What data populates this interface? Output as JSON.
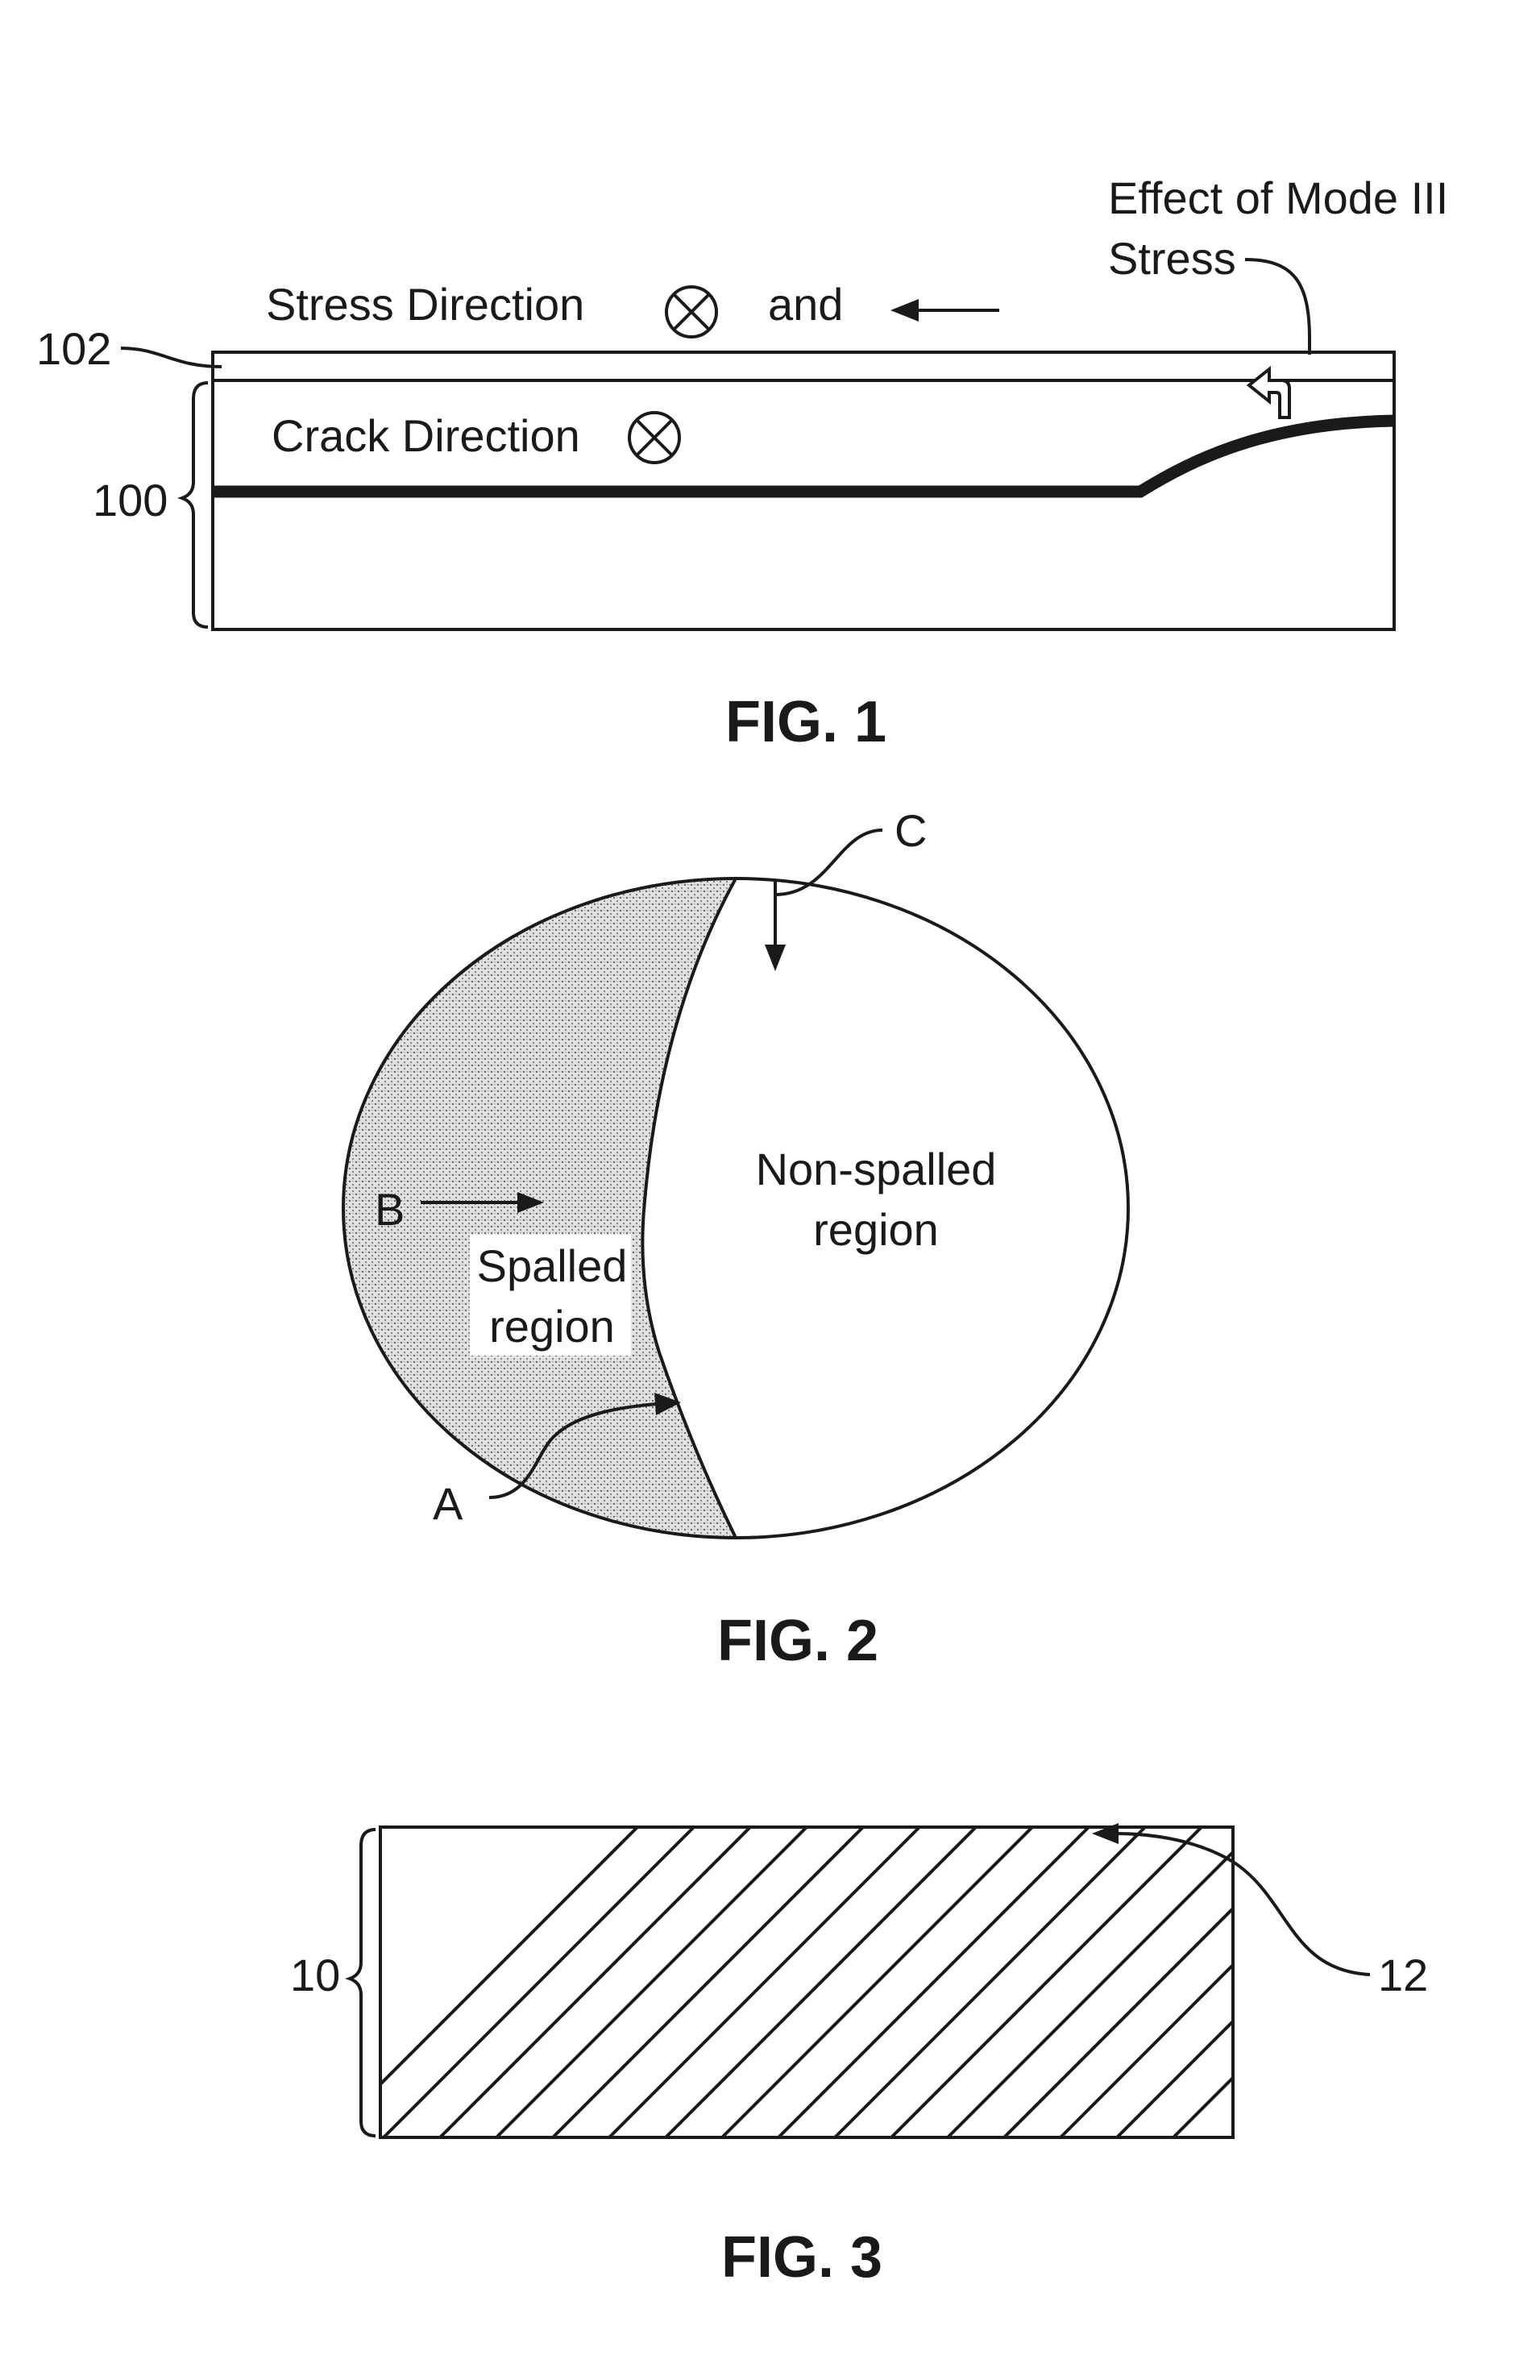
{
  "colors": {
    "ink": "#1a1a1a",
    "paper": "#ffffff",
    "stipple": "#b8b8b8"
  },
  "fig1": {
    "caption": "FIG. 1",
    "stress_direction_label": "Stress Direction",
    "and_label": "and",
    "crack_direction_label": "Crack Direction",
    "mode3_line1": "Effect of Mode III",
    "mode3_line2": "Stress",
    "ref_102": "102",
    "ref_100": "100"
  },
  "fig2": {
    "caption": "FIG. 2",
    "non_spalled_line1": "Non-spalled",
    "non_spalled_line2": "region",
    "spalled_line1": "Spalled",
    "spalled_line2": "region",
    "label_a": "A",
    "label_b": "B",
    "label_c": "C"
  },
  "fig3": {
    "caption": "FIG. 3",
    "ref_10": "10",
    "ref_12": "12"
  }
}
